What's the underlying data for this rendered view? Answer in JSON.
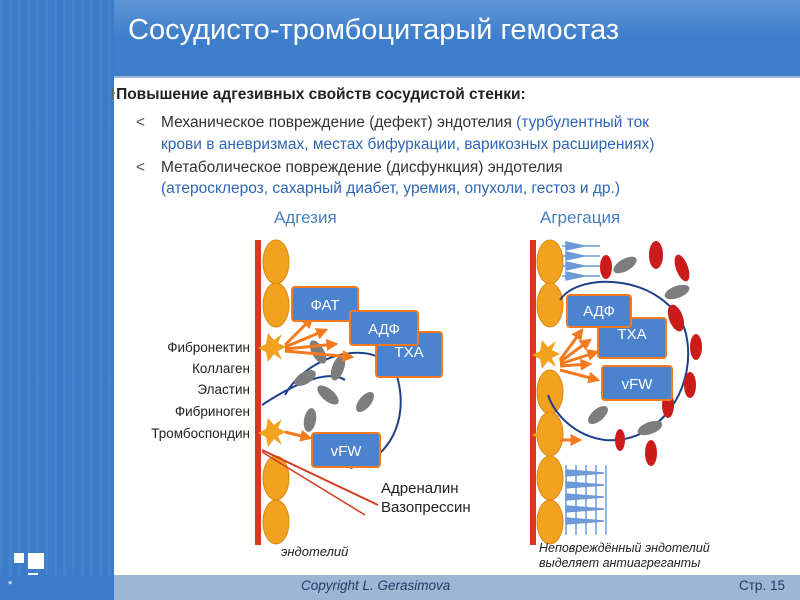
{
  "title": "Сосудисто-тромбоцитарый гемостаз",
  "heading": "Повышение адгезивных свойств сосудистой стенки:",
  "bullets": [
    {
      "line1": "Механическое повреждение (дефект) эндотелия ",
      "line1_blue": "(турбулентный ток",
      "line2_blue": "крови в аневризмах, местах бифуркации, варикозных расширениях)"
    },
    {
      "line1": "Метаболическое повреждение (дисфункция) эндотелия",
      "line2_blue": "(атеросклероз, сахарный диабет, уремия, опухоли, гестоз и др.)"
    }
  ],
  "diagram": {
    "adhesion_title": "Адгезия",
    "aggregation_title": "Агрегация",
    "proteins": [
      "Фибронектин",
      "Коллаген",
      "Эластин",
      "Фибриноген",
      "Тромбоспондин"
    ],
    "adhesion_boxes": {
      "fat": "ФАТ",
      "adp": "АДФ",
      "txa": "ТХА",
      "vfw": "vFW"
    },
    "aggregation_boxes": {
      "adp": "АДФ",
      "txa": "ТХА",
      "vfw": "vFW"
    },
    "hormones": [
      "Адреналин",
      "Вазопрессин"
    ],
    "endothelium_label": "эндотелий",
    "intact_caption": [
      "Неповреждённый эндотелий",
      "выделяет антиагреганты"
    ]
  },
  "footer": {
    "copyright": "Copyright L. Gerasimova",
    "page": "Стр. 15",
    "marker": "*"
  },
  "colors": {
    "accent": "#3d7ecb",
    "footer_band": "#9db6d4",
    "vessel_red": "#d43a1e",
    "endothelium_orange": "#f2a21e",
    "box_blue": "#4b83cf",
    "box_orange": "#f37a1e",
    "erythrocyte_red": "#cc1b1b",
    "platelet_grey": "#7d7d7d"
  }
}
